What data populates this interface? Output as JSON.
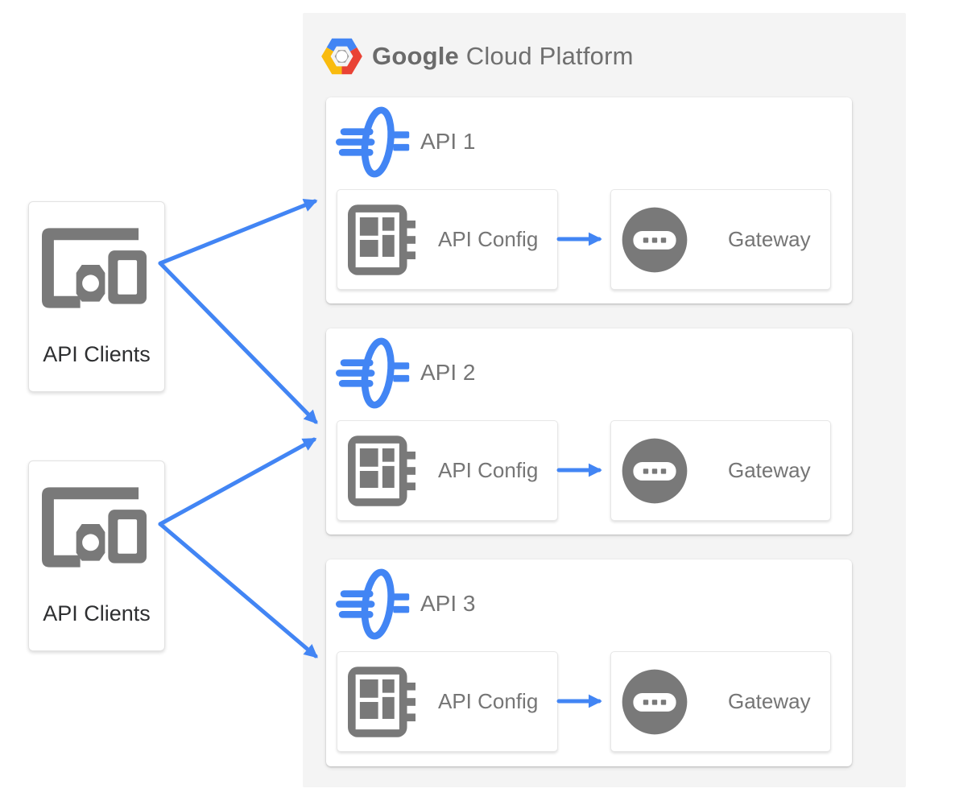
{
  "gcp": {
    "brand": "Google",
    "product": " Cloud Platform"
  },
  "clients": [
    {
      "label": "API Clients"
    },
    {
      "label": "API Clients"
    }
  ],
  "apis": [
    {
      "name": "API 1",
      "config": "API Config",
      "gateway": "Gateway"
    },
    {
      "name": "API 2",
      "config": "API Config",
      "gateway": "Gateway"
    },
    {
      "name": "API 3",
      "config": "API Config",
      "gateway": "Gateway"
    }
  ],
  "icons": {
    "gcp_logo": "gcp-hexagon-logo-icon",
    "clients": "devices-icon",
    "api": "endpoints-api-icon",
    "config": "api-config-chip-icon",
    "gateway": "gateway-circle-dots-icon",
    "arrow": "blue-arrow"
  },
  "colors": {
    "blue": "#4285F4",
    "icon_gray": "#797979",
    "label_gray": "#757575",
    "dark_text": "#2E2F31",
    "container_bg": "#F4F4F4",
    "card_bg": "#FFFFFF",
    "logo_blue": "#4285F4",
    "logo_red": "#E94335",
    "logo_yellow": "#F9BB0E",
    "logo_gray": "#989898",
    "title_gray": "#6F6F6F"
  }
}
